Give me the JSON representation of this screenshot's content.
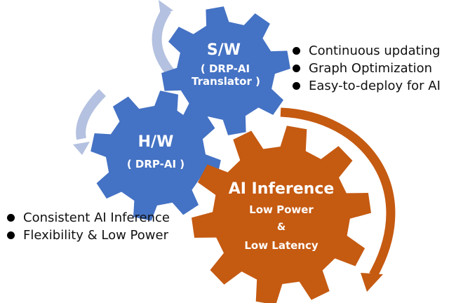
{
  "colors": {
    "blue_gear": "#4472c4",
    "orange_gear": "#c55a11",
    "blue_arrow": "#b4c1e0",
    "orange_arrow": "#c55a11",
    "bullet_text": "#111111"
  },
  "sw_gear": {
    "title": "S/W",
    "line1": "( DRP-AI",
    "line2": "Translator )"
  },
  "hw_gear": {
    "title": "H/W",
    "line1": "( DRP-AI )"
  },
  "ai_gear": {
    "title": "AI Inference",
    "line1": "Low Power",
    "line2": "&",
    "line3": "Low Latency"
  },
  "sw_features": [
    "Continuous updating",
    "Graph Optimization",
    "Easy-to-deploy for AI"
  ],
  "hw_features": [
    "Consistent AI Inference",
    "Flexibility & Low Power"
  ]
}
